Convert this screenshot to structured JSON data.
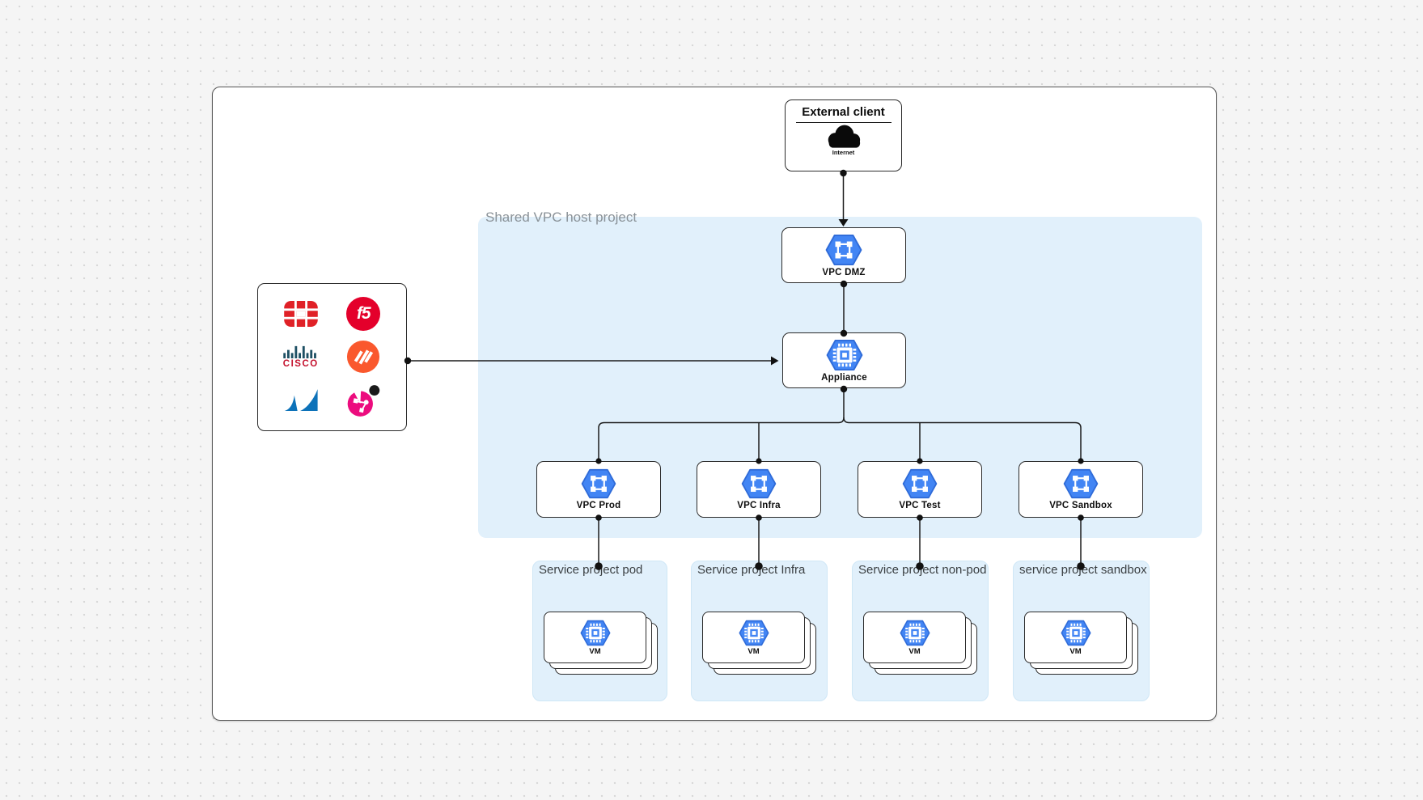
{
  "external_client": {
    "title": "External client",
    "caption": "Internet",
    "icon": "cloud-icon"
  },
  "shared_vpc": {
    "label": "Shared VPC host project"
  },
  "nodes": {
    "vpc_dmz": {
      "label": "VPC DMZ",
      "icon": "gcp-vpc-network-icon"
    },
    "appliance": {
      "label": "Appliance",
      "icon": "gcp-compute-engine-icon"
    },
    "vpc_prod": {
      "label": "VPC Prod",
      "icon": "gcp-vpc-network-icon"
    },
    "vpc_infra": {
      "label": "VPC Infra",
      "icon": "gcp-vpc-network-icon"
    },
    "vpc_test": {
      "label": "VPC Test",
      "icon": "gcp-vpc-network-icon"
    },
    "vpc_sandbox": {
      "label": "VPC Sandbox",
      "icon": "gcp-vpc-network-icon"
    }
  },
  "vendor_box": {
    "logos": [
      "fortinet",
      "f5",
      "cisco",
      "palo-alto-networks",
      "barracuda",
      "check-point"
    ],
    "f5_text": "f5",
    "cisco_text": "CISCO"
  },
  "service_projects": [
    {
      "label": "Service project pod",
      "vm_label": "VM"
    },
    {
      "label": "Service project Infra",
      "vm_label": "VM"
    },
    {
      "label": "Service project non-pod",
      "vm_label": "VM"
    },
    {
      "label": "service project sandbox",
      "vm_label": "VM"
    }
  ],
  "colors": {
    "page_background": "#f5f5f5",
    "diagram_background": "#ffffff",
    "container_blue": "#e1f0fb",
    "gcp_blue": "#4285f4",
    "connector": "#1c1c1c",
    "fortinet_red": "#e02127",
    "f5_red": "#e4002b",
    "cisco_red": "#c4122e",
    "cisco_bars_teal": "#1d4f63",
    "palo_alto_orange": "#fa582d",
    "barracuda_blue": "#0d72b9",
    "check_point_pink": "#ec0c7e"
  }
}
